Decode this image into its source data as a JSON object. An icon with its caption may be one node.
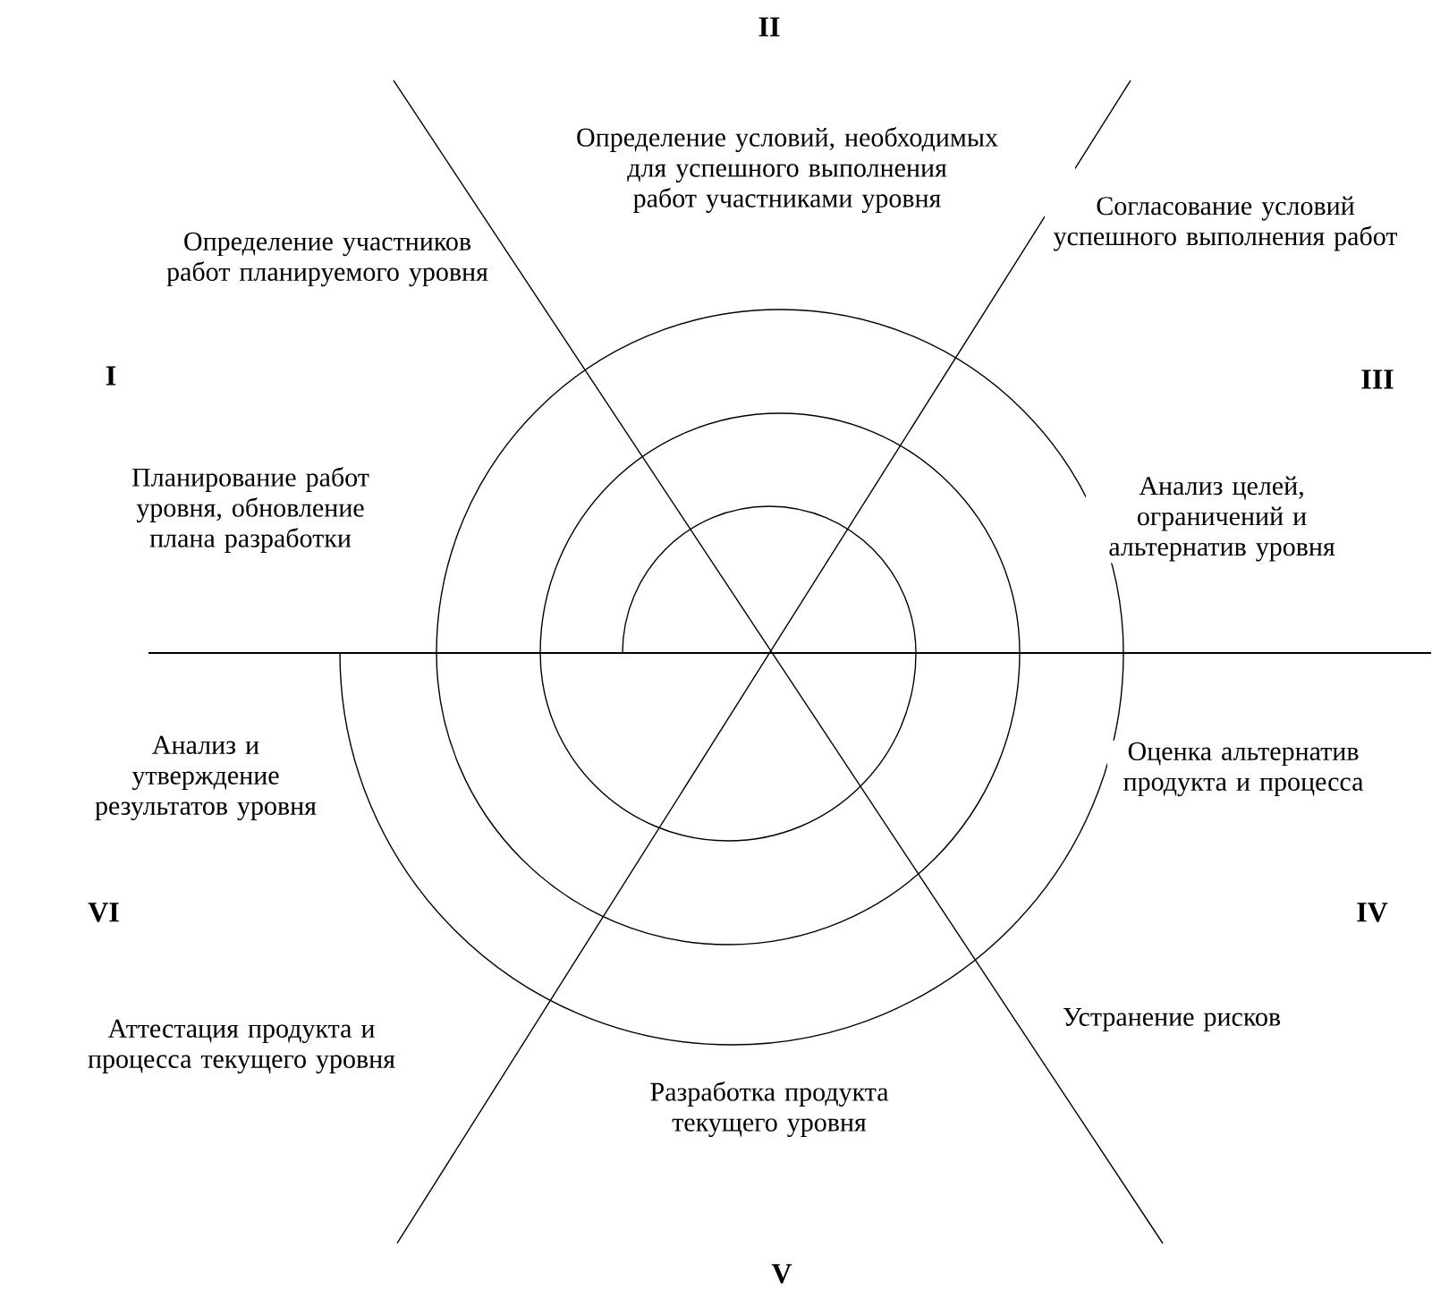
{
  "diagram": {
    "labels": [
      "II",
      "Определение условий, необходимых для успешного выполнения работ участниками уровня",
      "Определение участников работ планируемого уровня",
      "Согласование условий успешного выполнения работ",
      "I",
      "III",
      "Планирование работ уровня, обновление плана разработки",
      "Анализ целей, ограничений и альтернатив уровня",
      "Анализ и утверждение результатов уровня",
      "Оценка альтернатив продукта и процесса",
      "VI",
      "IV",
      "Аттестация продукта и процесса текущего уровня",
      "Устранение рисков",
      "Разработка продукта текущего уровня",
      "V"
    ]
  }
}
